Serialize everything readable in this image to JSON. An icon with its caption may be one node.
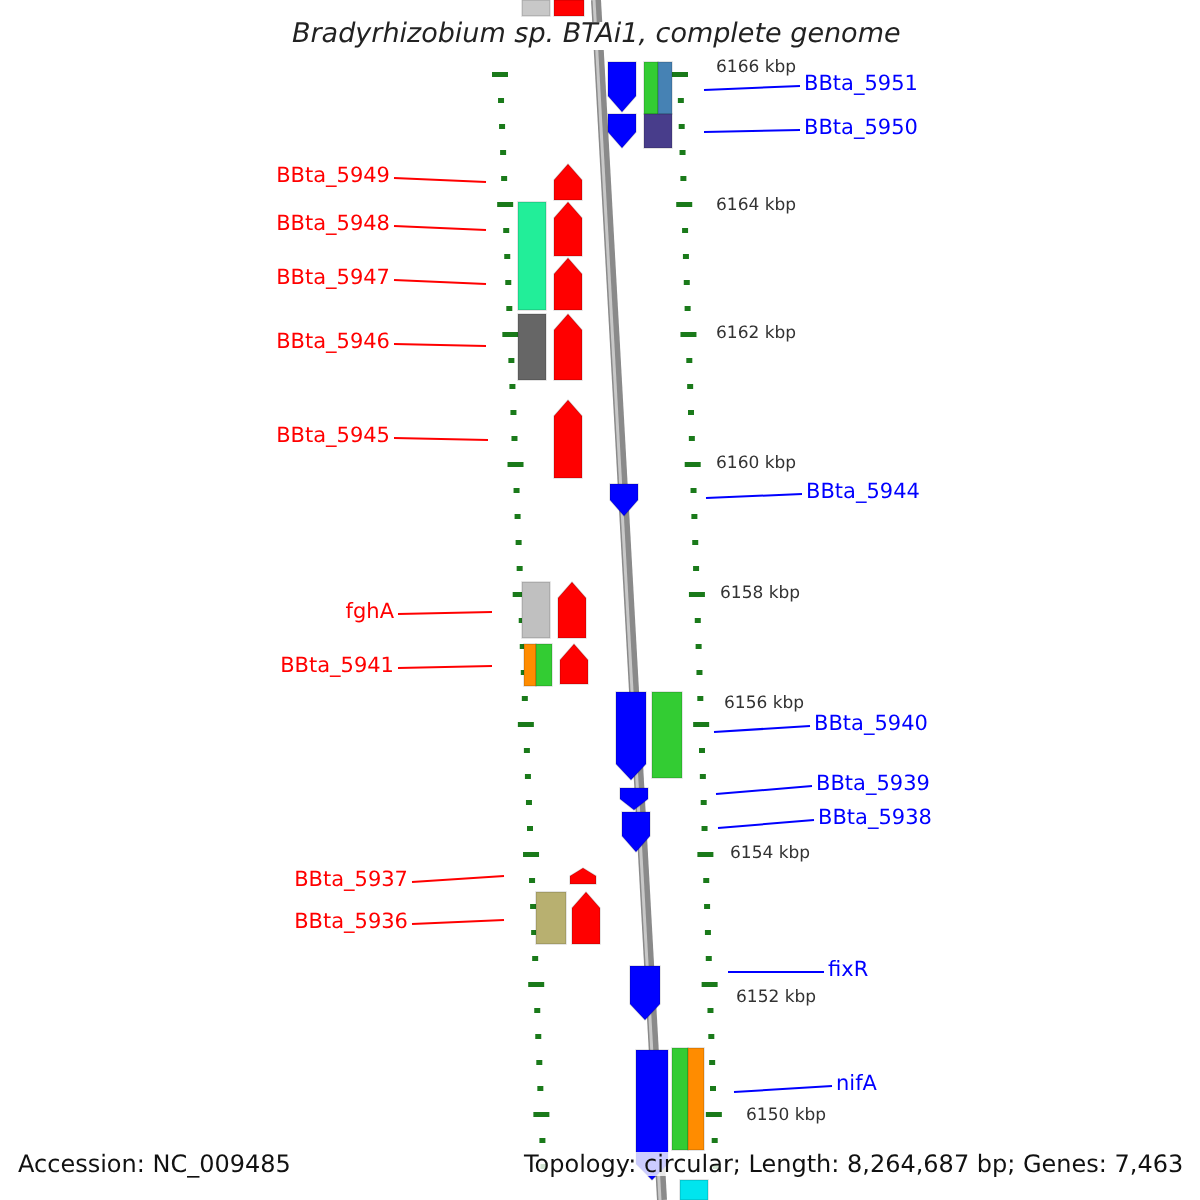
{
  "diagram": {
    "title": "Bradyrhizobium sp. BTAi1, complete genome",
    "nodes": [
      {
        "text": [
          "BBta_5951"
        ]
      },
      {
        "text": [
          "BBta_5950"
        ]
      },
      {
        "text": [
          "BBta_5949"
        ]
      },
      {
        "text": [
          "BBta_5948"
        ]
      },
      {
        "text": [
          "BBta_5947"
        ]
      },
      {
        "text": [
          "BBta_5946"
        ]
      },
      {
        "text": [
          "BBta_5945"
        ]
      },
      {
        "text": [
          "BBta_5944"
        ]
      },
      {
        "text": [
          "fghA"
        ]
      },
      {
        "text": [
          "BBta_5941"
        ]
      },
      {
        "text": [
          "BBta_5940"
        ]
      },
      {
        "text": [
          "BBta_5939"
        ]
      },
      {
        "text": [
          "BBta_5938"
        ]
      },
      {
        "text": [
          "BBta_5937"
        ]
      },
      {
        "text": [
          "BBta_5936"
        ]
      },
      {
        "text": [
          "fixR"
        ]
      },
      {
        "text": [
          "nifA"
        ]
      }
    ],
    "edges": [
      {
        "from": 0,
        "to": null,
        "arrow": "none",
        "color": "#0000ff"
      },
      {
        "from": 1,
        "to": null,
        "arrow": "none",
        "color": "#0000ff"
      },
      {
        "from": 2,
        "to": null,
        "arrow": "none",
        "color": "#ff0000"
      },
      {
        "from": 3,
        "to": null,
        "arrow": "none",
        "color": "#ff0000"
      },
      {
        "from": 4,
        "to": null,
        "arrow": "none",
        "color": "#ff0000"
      },
      {
        "from": 5,
        "to": null,
        "arrow": "none",
        "color": "#ff0000"
      },
      {
        "from": 6,
        "to": null,
        "arrow": "none",
        "color": "#ff0000"
      },
      {
        "from": 7,
        "to": null,
        "arrow": "none",
        "color": "#0000ff"
      },
      {
        "from": 8,
        "to": null,
        "arrow": "none",
        "color": "#ff0000"
      },
      {
        "from": 9,
        "to": null,
        "arrow": "none",
        "color": "#ff0000"
      },
      {
        "from": 10,
        "to": null,
        "arrow": "none",
        "color": "#0000ff"
      },
      {
        "from": 11,
        "to": null,
        "arrow": "none",
        "color": "#0000ff"
      },
      {
        "from": 12,
        "to": null,
        "arrow": "none",
        "color": "#0000ff"
      },
      {
        "from": 13,
        "to": null,
        "arrow": "none",
        "color": "#ff0000"
      },
      {
        "from": 14,
        "to": null,
        "arrow": "none",
        "color": "#ff0000"
      },
      {
        "from": 15,
        "to": null,
        "arrow": "none",
        "color": "#0000ff"
      },
      {
        "from": 16,
        "to": null,
        "arrow": "none",
        "color": "#0000ff"
      }
    ],
    "labels": [
      "6166 kbp",
      "6164 kbp",
      "6162 kbp",
      "6160 kbp",
      "6158 kbp",
      "6156 kbp",
      "6154 kbp",
      "6152 kbp",
      "6150 kbp",
      "Accession: NC_009485",
      "Topology: circular; Length: 8,264,687 bp; Genes: 7,463"
    ]
  }
}
